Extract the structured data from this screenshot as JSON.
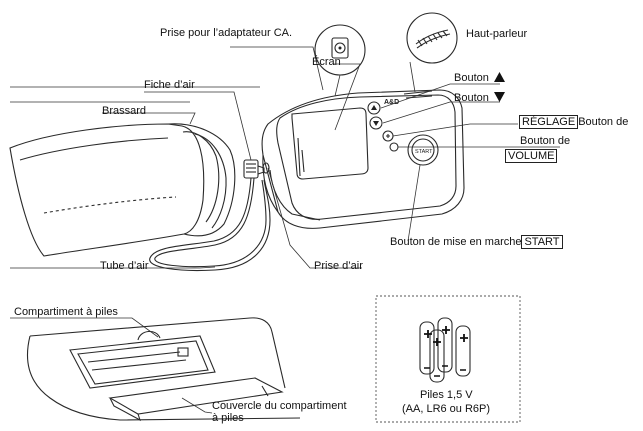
{
  "labels": {
    "prise_adaptateur": "Prise pour l’adaptateur CA.",
    "haut_parleur": "Haut-parleur",
    "ecran": "Écran",
    "fiche_air": "Fiche d’air",
    "brassard": "Brassard",
    "bouton_haut": "Bouton",
    "bouton_bas": "Bouton",
    "reglage": "RÉGLAGE",
    "bouton_de_reglage": "Bouton de",
    "bouton_de_volume": "Bouton de",
    "volume": "VOLUME",
    "bouton_mise_en_marche": "Bouton de mise en marche",
    "start": "START",
    "tube_air": "Tube d’air",
    "prise_air": "Prise d’air",
    "compartiment": "Compartiment à piles",
    "couvercle_l1": "Couvercle du compartiment",
    "couvercle_l2": "à piles",
    "piles_l1": "Piles 1,5 V",
    "piles_l2": "(AA, LR6 ou R6P)"
  },
  "device_text": {
    "brand": "A&D",
    "start_key": "START"
  },
  "icons": {
    "up_arrow": "up-triangle",
    "down_arrow": "down-triangle"
  }
}
